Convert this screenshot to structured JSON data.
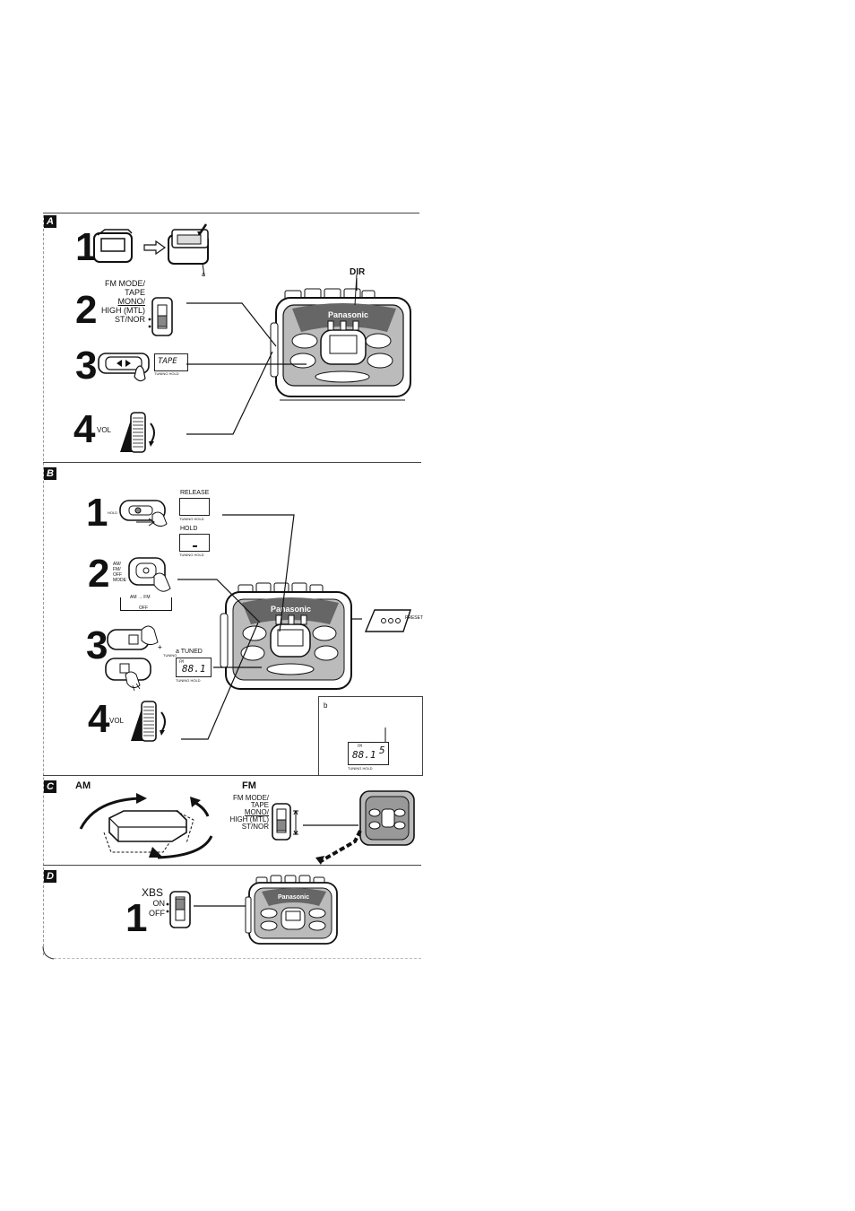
{
  "section_a": {
    "label": "A",
    "step1": {
      "number": "1",
      "callout": "a"
    },
    "step2": {
      "number": "2",
      "switch_lines": [
        "FM MODE/",
        "TAPE",
        "MONO/",
        "HIGH (MTL)",
        "ST/NOR"
      ]
    },
    "step3": {
      "number": "3",
      "lcd_text": "TAPE",
      "lcd_sub": "TUNING HOLD"
    },
    "step4": {
      "number": "4",
      "vol_label": "VOL"
    },
    "dir_label": "DIR",
    "brand": "Panasonic"
  },
  "section_b": {
    "label": "B",
    "step1": {
      "number": "1",
      "hold_label": "HOLD",
      "release_box_label": "RELEASE",
      "hold_box_label": "HOLD",
      "lcd_sub": "TUNING HOLD"
    },
    "step2": {
      "number": "2",
      "mode_lines": [
        "AM/",
        "FM/",
        "OFF",
        "MODE"
      ],
      "cycle_text": "AM → FM",
      "cycle_off": "OFF"
    },
    "step3": {
      "number": "3",
      "tuning_label": "TUNING",
      "tuned_label": "a TUNED",
      "lcd_band": "FM",
      "lcd_freq": "88.1",
      "lcd_sub": "TUNING HOLD"
    },
    "step4": {
      "number": "4",
      "vol_label": "VOL"
    },
    "preset_label": "PRESET",
    "inset": {
      "callout": "b",
      "lcd_band": "FM",
      "lcd_freq": "88.1",
      "lcd_preset": "5",
      "lcd_sub": "TUNING HOLD"
    },
    "brand": "Panasonic"
  },
  "section_c": {
    "label": "C",
    "am_label": "AM",
    "fm_label": "FM",
    "switch_lines": [
      "FM MODE/",
      "TAPE",
      "MONO/",
      "HIGH (MTL)",
      "ST/NOR"
    ]
  },
  "section_d": {
    "label": "D",
    "step1": {
      "number": "1"
    },
    "xbs_label": "XBS",
    "on_label": "ON",
    "off_label": "OFF",
    "brand": "Panasonic"
  }
}
